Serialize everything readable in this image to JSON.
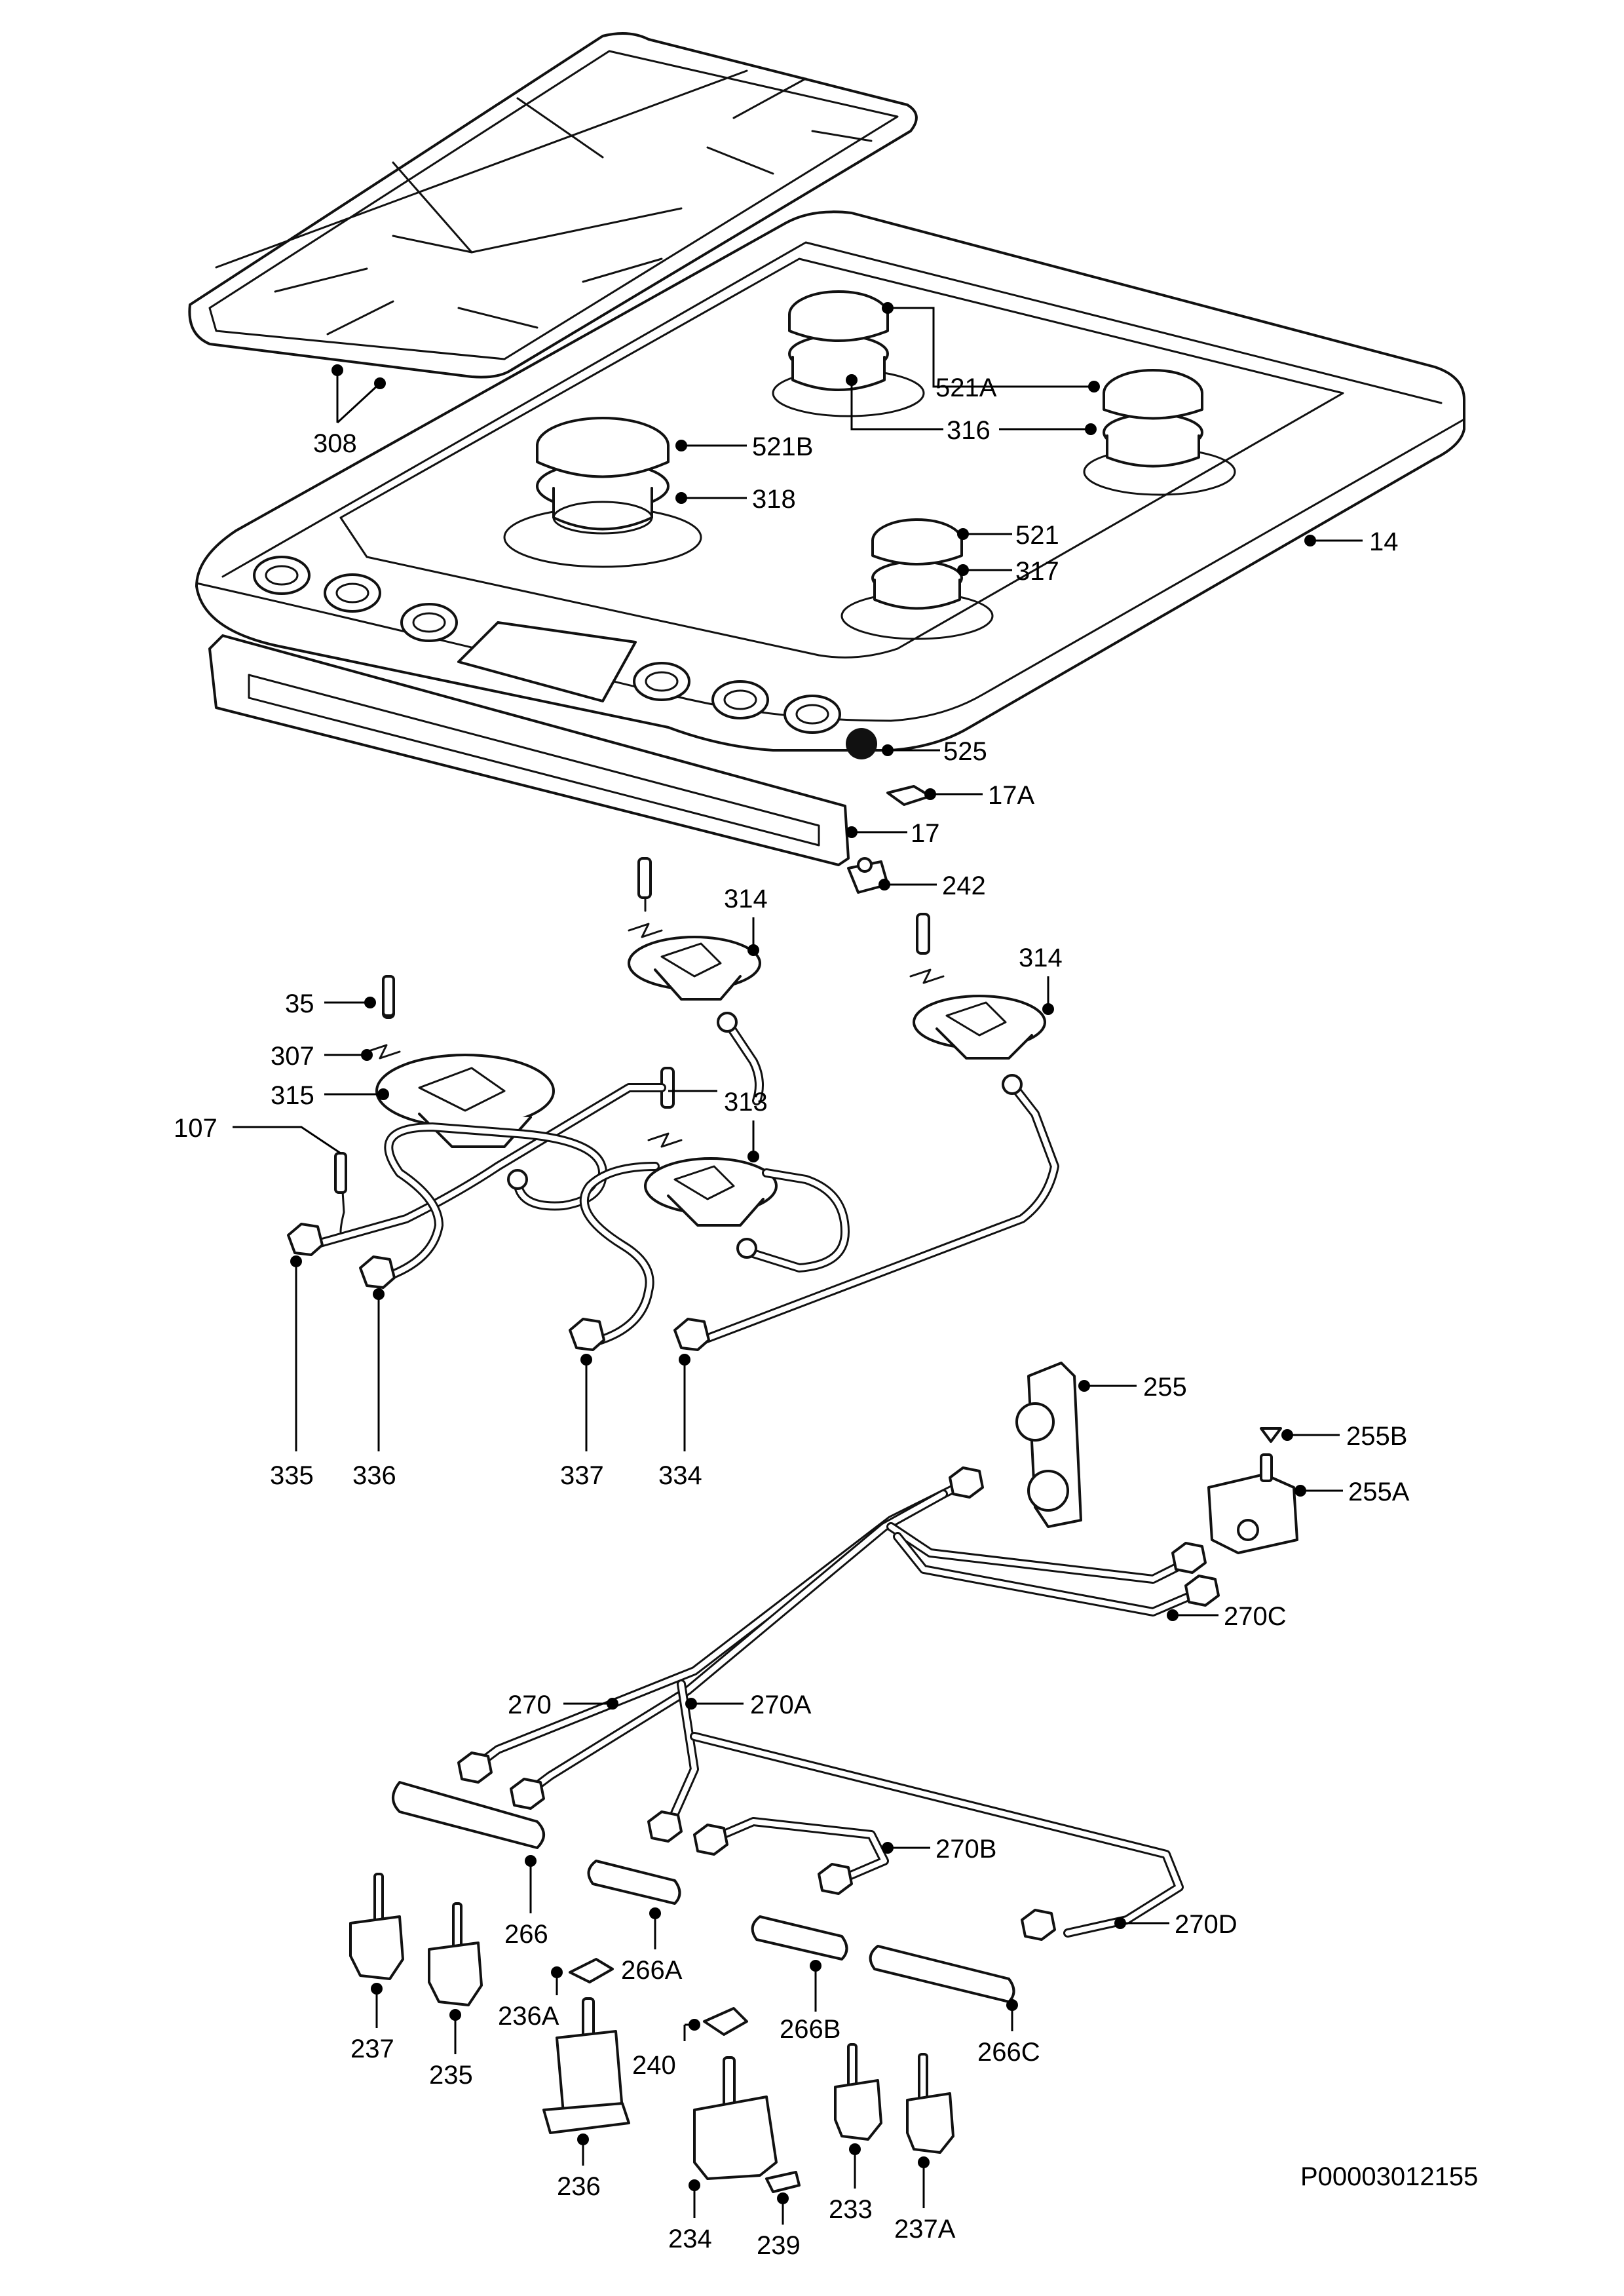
{
  "diagram": {
    "document_code": "P00003012155",
    "labels": {
      "l308": "308",
      "l521A": "521A",
      "l316": "316",
      "l521B": "521B",
      "l318": "318",
      "l521": "521",
      "l317": "317",
      "l14": "14",
      "l525": "525",
      "l17A": "17A",
      "l17": "17",
      "l242": "242",
      "l314a": "314",
      "l314b": "314",
      "l35": "35",
      "l307": "307",
      "l315": "315",
      "l313": "313",
      "l107": "107",
      "l335": "335",
      "l336": "336",
      "l337": "337",
      "l334": "334",
      "l255": "255",
      "l255B": "255B",
      "l255A": "255A",
      "l270C": "270C",
      "l270": "270",
      "l270A": "270A",
      "l270B": "270B",
      "l270D": "270D",
      "l266": "266",
      "l266A": "266A",
      "l266B": "266B",
      "l266C": "266C",
      "l236A": "236A",
      "l237": "237",
      "l235": "235",
      "l240": "240",
      "l236": "236",
      "l233": "233",
      "l237A": "237A",
      "l234": "234",
      "l239": "239"
    }
  }
}
